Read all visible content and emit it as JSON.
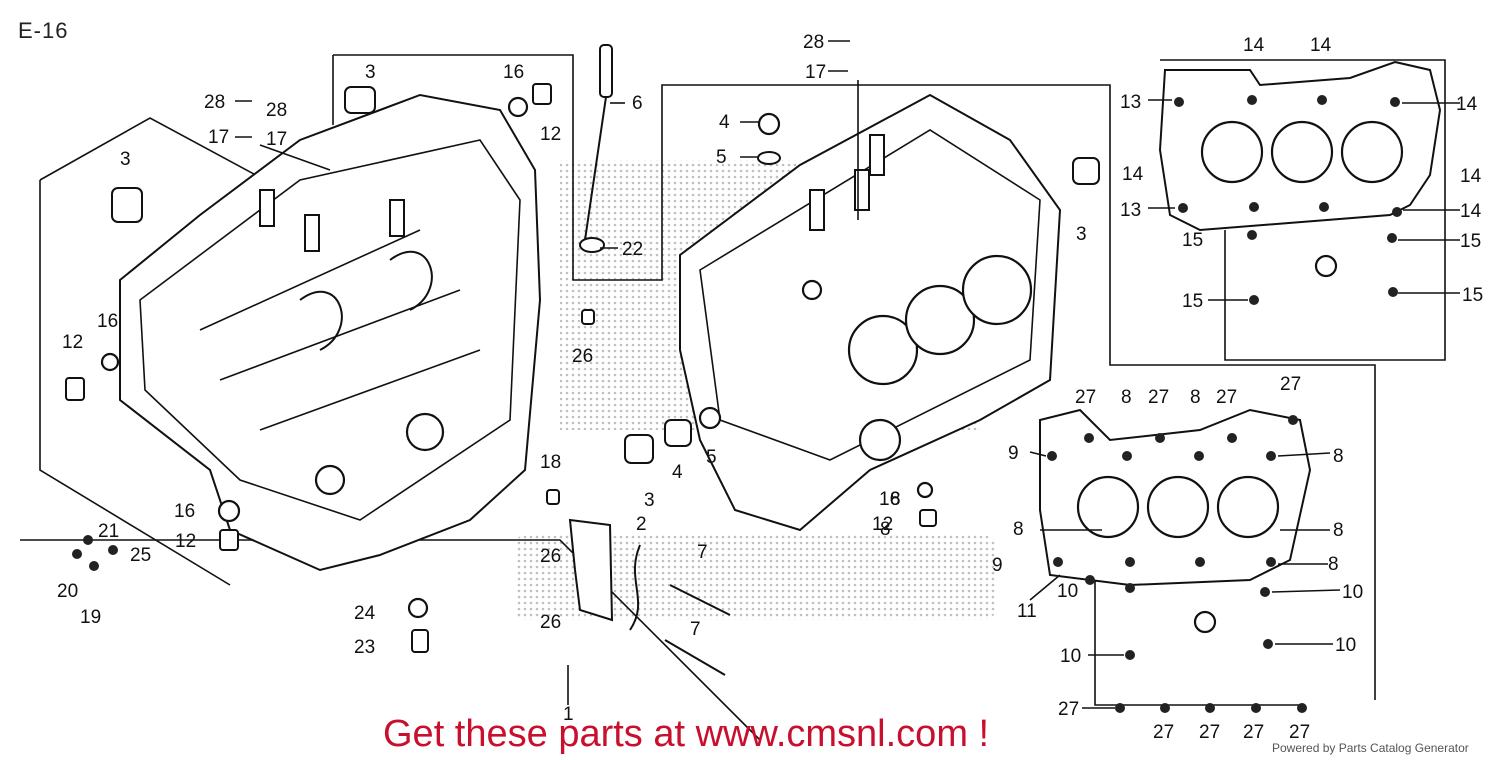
{
  "page_label": "E-16",
  "promo_text": "Get these parts at www.cmsnl.com !",
  "credit_text": "Powered by Parts Catalog Generator",
  "colors": {
    "promo": "#c8102e",
    "line": "#111111",
    "watermark": "#b0b0b0"
  },
  "callouts": [
    "1",
    "2",
    "3",
    "3",
    "3",
    "3",
    "4",
    "4",
    "5",
    "5",
    "6",
    "7",
    "7",
    "8",
    "8",
    "8",
    "8",
    "8",
    "8",
    "8",
    "8",
    "9",
    "9",
    "10",
    "10",
    "10",
    "10",
    "10",
    "11",
    "12",
    "12",
    "12",
    "12",
    "13",
    "13",
    "14",
    "14",
    "14",
    "14",
    "14",
    "14",
    "15",
    "15",
    "15",
    "15",
    "15",
    "16",
    "16",
    "16",
    "16",
    "16",
    "17",
    "17",
    "17",
    "18",
    "19",
    "20",
    "21",
    "22",
    "23",
    "24",
    "25",
    "26",
    "26",
    "26",
    "27",
    "27",
    "27",
    "27",
    "27",
    "27",
    "27",
    "27",
    "27",
    "27",
    "28",
    "28",
    "28"
  ]
}
